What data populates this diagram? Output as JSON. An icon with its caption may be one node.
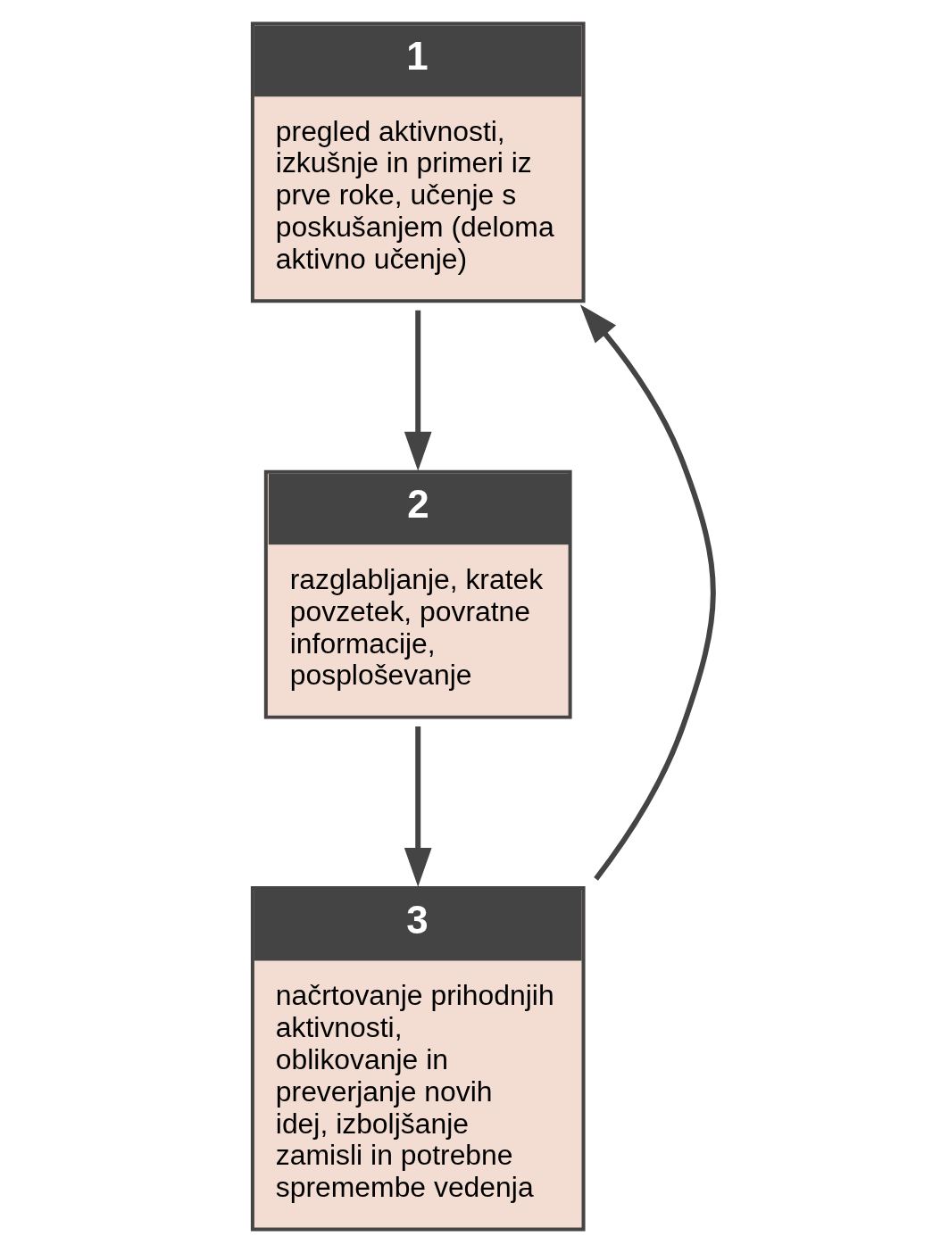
{
  "diagram": {
    "nodes": [
      {
        "text": [
          "1",
          "pregled aktivnosti, izkušnje in primeri iz prve roke, učenje s poskušanjem (deloma aktivno učenje)"
        ]
      },
      {
        "text": [
          "2",
          "razglabljanje, kratek povzetek, povratne informacije, posploševanje"
        ]
      },
      {
        "text": [
          "3",
          "načrtovanje prihodnjih aktivnosti, oblikovanje in preverjanje novih idej, izboljšanje zamisli in potrebne spremembe vedenja"
        ]
      }
    ],
    "edges": [
      {
        "from": 0,
        "to": 1,
        "arrow": "to"
      },
      {
        "from": 1,
        "to": 2,
        "arrow": "to"
      },
      {
        "from": 2,
        "to": 0,
        "arrow": "to"
      }
    ]
  }
}
